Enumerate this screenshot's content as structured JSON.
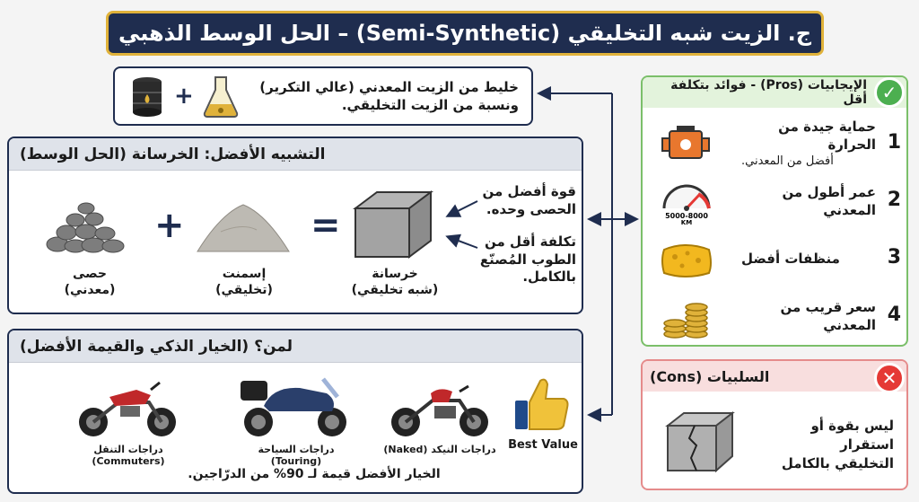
{
  "title": "ج. الزيت شبه التخليقي (Semi-Synthetic) – الحل الوسط الذهبي",
  "blend": {
    "line1": "خليط من الزيت المعدني (عالي التكرير)",
    "line2": "ونسبة من الزيت التخليقي."
  },
  "analogy": {
    "heading": "التشبيه الأفضل: الخرسانة (الحل الوسط)",
    "gravel": {
      "line1": "حصى",
      "line2": "(معدني)"
    },
    "cement": {
      "line1": "إسمنت",
      "line2": "(تخليقي)"
    },
    "concrete": {
      "line1": "خرسانة",
      "line2": "(شبه تخليقي)"
    },
    "plus": "+",
    "equals": "=",
    "note1": {
      "line1": "قوة أفضل من",
      "line2": "الحصى وحده."
    },
    "note2": {
      "line1": "تكلفة أقل من",
      "line2": "الطوب المُصنّع",
      "line3": "بالكامل."
    }
  },
  "who": {
    "heading": "لمن؟ (الخيار الذكي والقيمة الأفضل)",
    "best_value": "Best Value",
    "bikes": [
      {
        "label": "دراجات النيكد (Naked)",
        "color": "#c0282a"
      },
      {
        "label": "دراجات السياحة (Touring)",
        "color": "#2a3f6b"
      },
      {
        "label": "دراجات التنقل (Commuters)",
        "color": "#c0282a"
      }
    ],
    "footnote": "الخيار الأفضل قيمة لـ 90% من الدرّاجين."
  },
  "pros": {
    "heading": "الإيجابيات (Pros) - فوائد بتكلفة أقل",
    "items": [
      {
        "num": "1",
        "line1": "حماية جيدة من الحرارة",
        "line2": "أفضل من المعدني.",
        "icon": "engine-icon"
      },
      {
        "num": "2",
        "line1": "عمر أطول من المعدني",
        "line2": "",
        "icon": "odometer-icon",
        "gauge_label": "5000-8000",
        "gauge_unit": "KM"
      },
      {
        "num": "3",
        "line1": "منظفات أفضل",
        "line2": "",
        "icon": "sponge-icon"
      },
      {
        "num": "4",
        "line1": "سعر قريب من المعدني",
        "line2": "",
        "icon": "coins-icon"
      }
    ]
  },
  "cons": {
    "heading": "السلبيات (Cons)",
    "line1": "ليس بقوة أو استقرار",
    "line2": "التخليقي بالكامل"
  },
  "colors": {
    "navy": "#1f2d4f",
    "gold": "#e0b23a",
    "green": "#4caf50",
    "red": "#e53935"
  }
}
